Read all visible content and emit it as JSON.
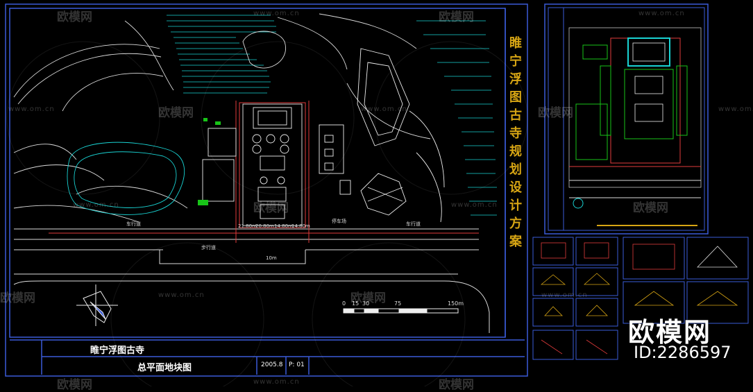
{
  "drawing": {
    "temple_name": "睢宁浮图古寺",
    "sheet_title": "总平面地块图",
    "date": "2005.8",
    "page": "P: 01",
    "vertical_title_chars": [
      "睢",
      "宁",
      "浮",
      "图",
      "古",
      "寺",
      "规",
      "划",
      "设",
      "计",
      "方",
      "案"
    ],
    "road_label_left": "车行道",
    "road_label_right": "车行道",
    "plaza_label": "停车场",
    "walk_label": "步行道",
    "dim_labels": [
      "21.80m",
      "20.80m",
      "14.80m",
      "14.80m"
    ],
    "gate_label": "10m",
    "scale_ticks": [
      "0",
      "15",
      "30",
      "75",
      "150m"
    ]
  },
  "watermark": {
    "brand": "欧模网",
    "url": "www.om.cn"
  },
  "brand_overlay": {
    "logo_text": "欧模网",
    "id_text": "ID:2286597"
  },
  "colors": {
    "background": "#000000",
    "frame": "#3a5bd8",
    "cyan": "#19d3d3",
    "red": "#e23b3b",
    "white": "#eeeeee",
    "gold": "#d7a514",
    "green": "#18c418"
  }
}
